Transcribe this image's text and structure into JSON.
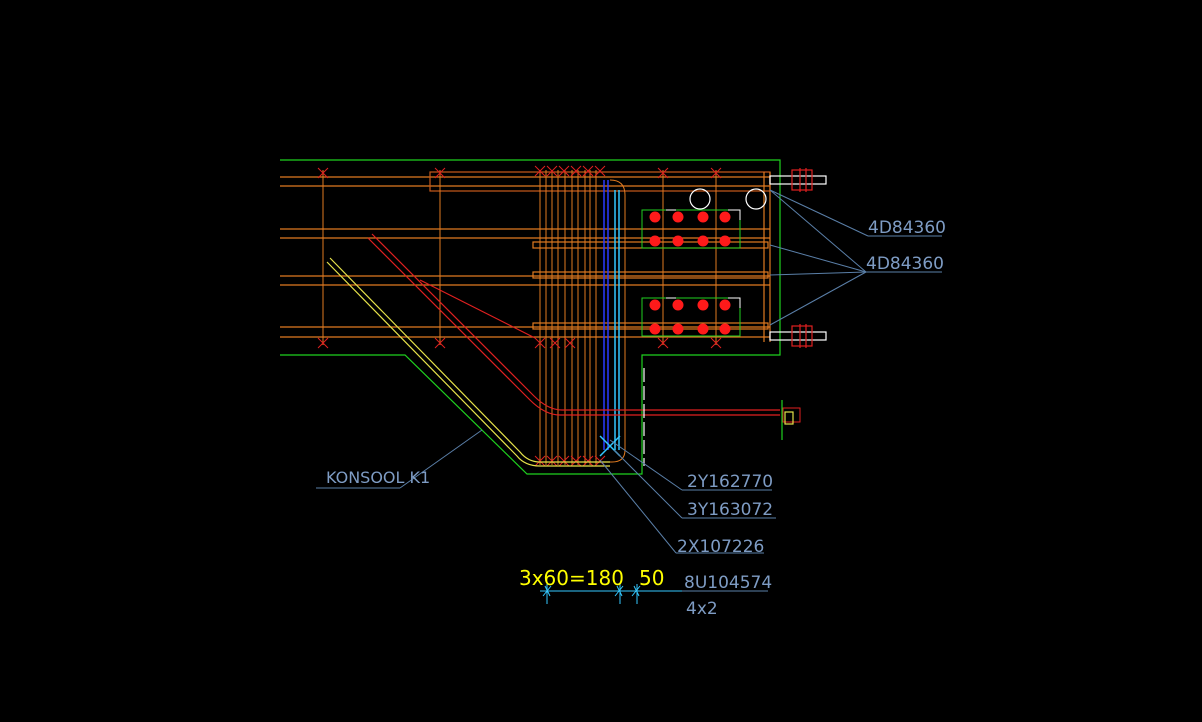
{
  "labels": {
    "main_bars_top": "4D84360",
    "main_bars_bottom": "4D84360",
    "konsool": "KONSOOL K1",
    "stirrup_y1": "2Y162770",
    "stirrup_y2": "3Y163072",
    "stirrup_x": "2X107226",
    "bar_u": "8U104574",
    "bar_u_count": "4x2"
  },
  "dimensions": {
    "spacing": "3x60=180",
    "edge": "50"
  },
  "colors": {
    "background": "#000000",
    "concrete_outline": "#1fd11f",
    "rebar_orange": "#e07a20",
    "rebar_red": "#e02020",
    "rebar_yellow": "#e6e24a",
    "rebar_blue": "#2a3bff",
    "rebar_cyan": "#33c8ff",
    "leader_line": "#5a7fa8",
    "label_text": "#7e9cc4",
    "dimension_text": "#ffff00",
    "bar_dot": "#ff1a1a"
  }
}
